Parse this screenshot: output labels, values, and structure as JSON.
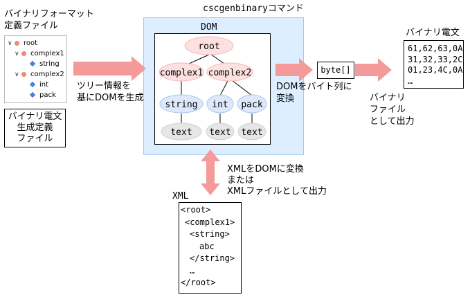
{
  "labels": {
    "definition_file_title_1": "バイナリフォーマット",
    "definition_file_title_2": "定義ファイル",
    "command_title": "cscgenbinaryコマンド",
    "dom_title": "DOM",
    "binary_message_title": "バイナリ電文",
    "tree_to_dom_1": "ツリー情報を",
    "tree_to_dom_2": "基にDOMを生成",
    "dom_to_bytes_1": "DOMをバイト列に",
    "dom_to_bytes_2": "変換",
    "binary_out_1": "バイナリ",
    "binary_out_2": "ファイル",
    "binary_out_3": "として出力",
    "xml_conv_1": "XMLをDOMに変換",
    "xml_conv_2": "または",
    "xml_conv_3": "XMLファイルとして出力",
    "xml_title": "XML",
    "byte_array": "byte[]"
  },
  "tree": [
    {
      "label": "root",
      "kind": "element"
    },
    {
      "label": "complex1",
      "kind": "element"
    },
    {
      "label": "string",
      "kind": "leaf"
    },
    {
      "label": "complex2",
      "kind": "element"
    },
    {
      "label": "int",
      "kind": "leaf"
    },
    {
      "label": "pack",
      "kind": "leaf"
    }
  ],
  "generation_def_box": [
    "バイナリ電文",
    "生成定義",
    "ファイル"
  ],
  "dom_nodes": {
    "root": "root",
    "complex1": "complex1",
    "complex2": "complex2",
    "string": "string",
    "int": "int",
    "pack": "pack",
    "text1": "text",
    "text2": "text",
    "text3": "text"
  },
  "binary_lines": [
    "61,62,63,0A",
    "31,32,33,2C",
    "01,23,4C,0A",
    "…"
  ],
  "xml_lines": [
    "<root>",
    "<complex1>",
    "<string>",
    "abc",
    "</string>",
    "…",
    "</root>"
  ],
  "colors": {
    "arrow": "#f59a9a",
    "command_bg": "#dceeff",
    "node_pink": "#fde1e1",
    "node_blue": "#dbe9fa",
    "node_gray": "#e6e6e6"
  }
}
